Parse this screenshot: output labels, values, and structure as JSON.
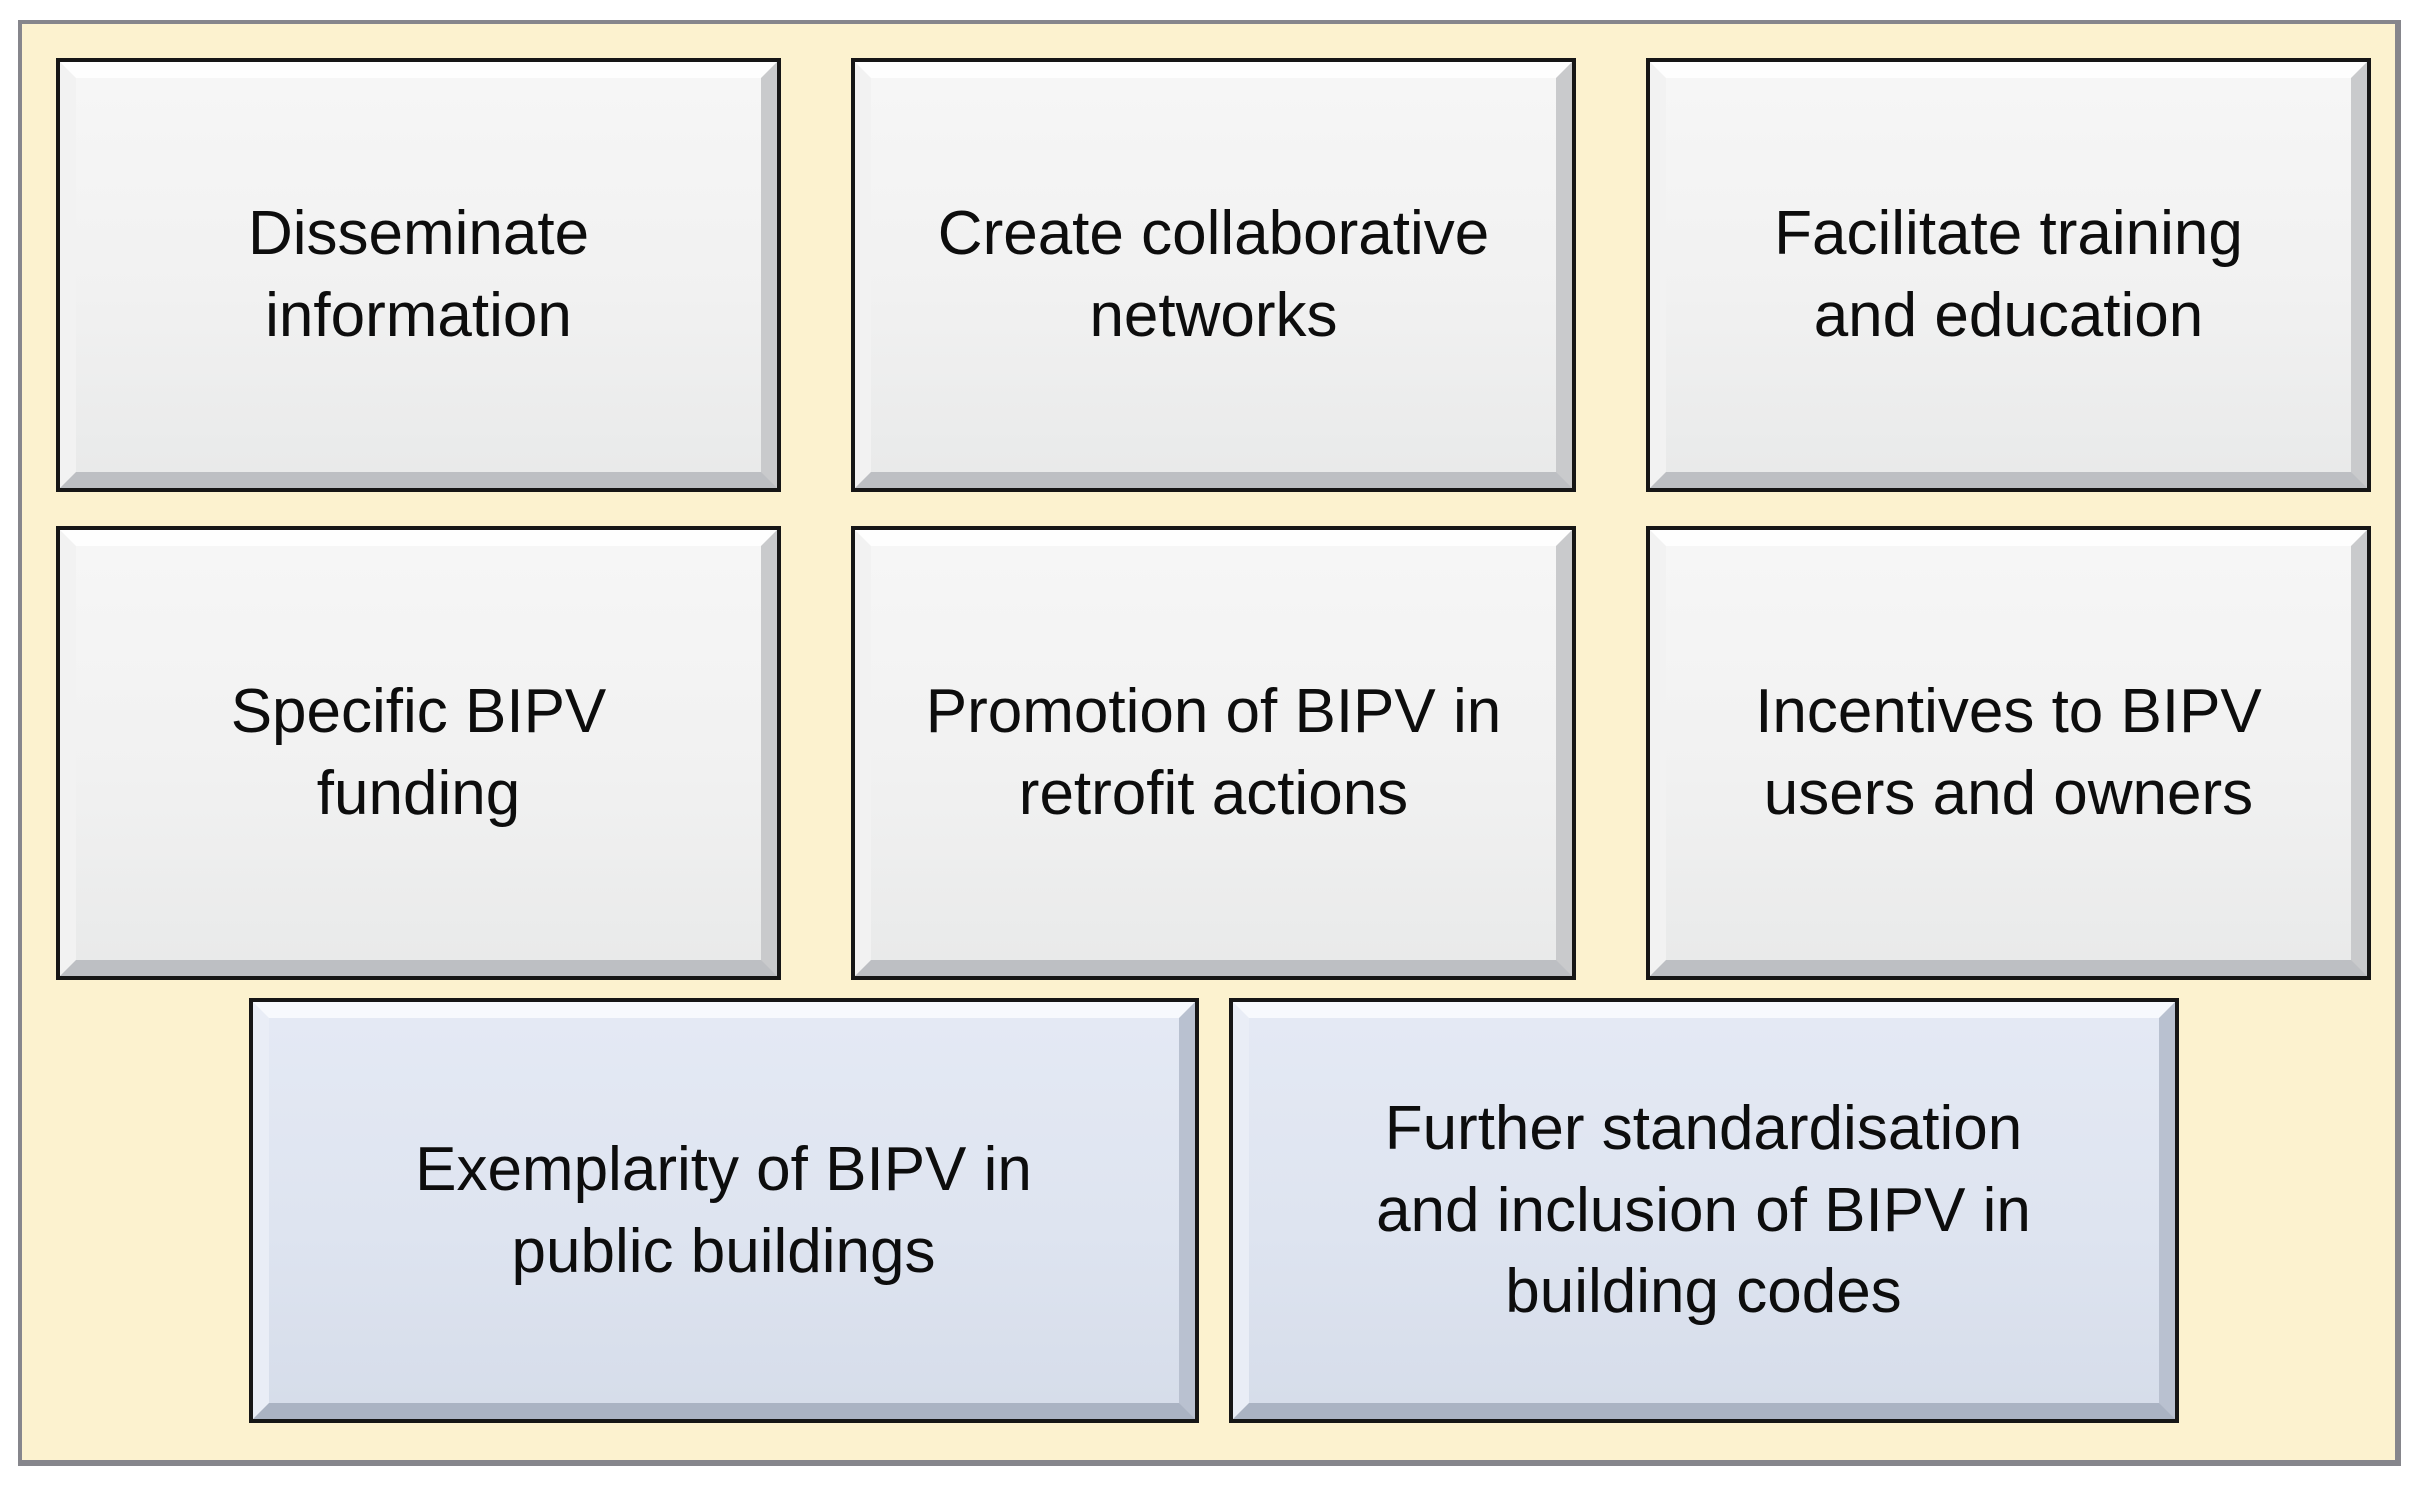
{
  "figure": {
    "type": "diagram",
    "description": "Grid of beveled action boxes for BIPV policy measures on a cream background",
    "colors": {
      "page_background": "#FFFFFF",
      "frame_background": "#FCF2CF",
      "frame_border": "#86868C",
      "box_border": "#161616",
      "gray_box_fill": "#F1F1F1",
      "blue_box_fill": "#DEE4F0",
      "text": "#0D0D0D"
    }
  },
  "boxes": [
    {
      "label": "Disseminate\ninformation",
      "variant": "gray"
    },
    {
      "label": "Create collaborative\nnetworks",
      "variant": "gray"
    },
    {
      "label": "Facilitate training\nand education",
      "variant": "gray"
    },
    {
      "label": "Specific BIPV\nfunding",
      "variant": "gray"
    },
    {
      "label": "Promotion of BIPV in\nretrofit actions",
      "variant": "gray"
    },
    {
      "label": "Incentives to BIPV\nusers and owners",
      "variant": "gray"
    },
    {
      "label": "Exemplarity of BIPV in\npublic buildings",
      "variant": "blue"
    },
    {
      "label": "Further standardisation\nand inclusion of BIPV in\nbuilding codes",
      "variant": "blue"
    }
  ]
}
